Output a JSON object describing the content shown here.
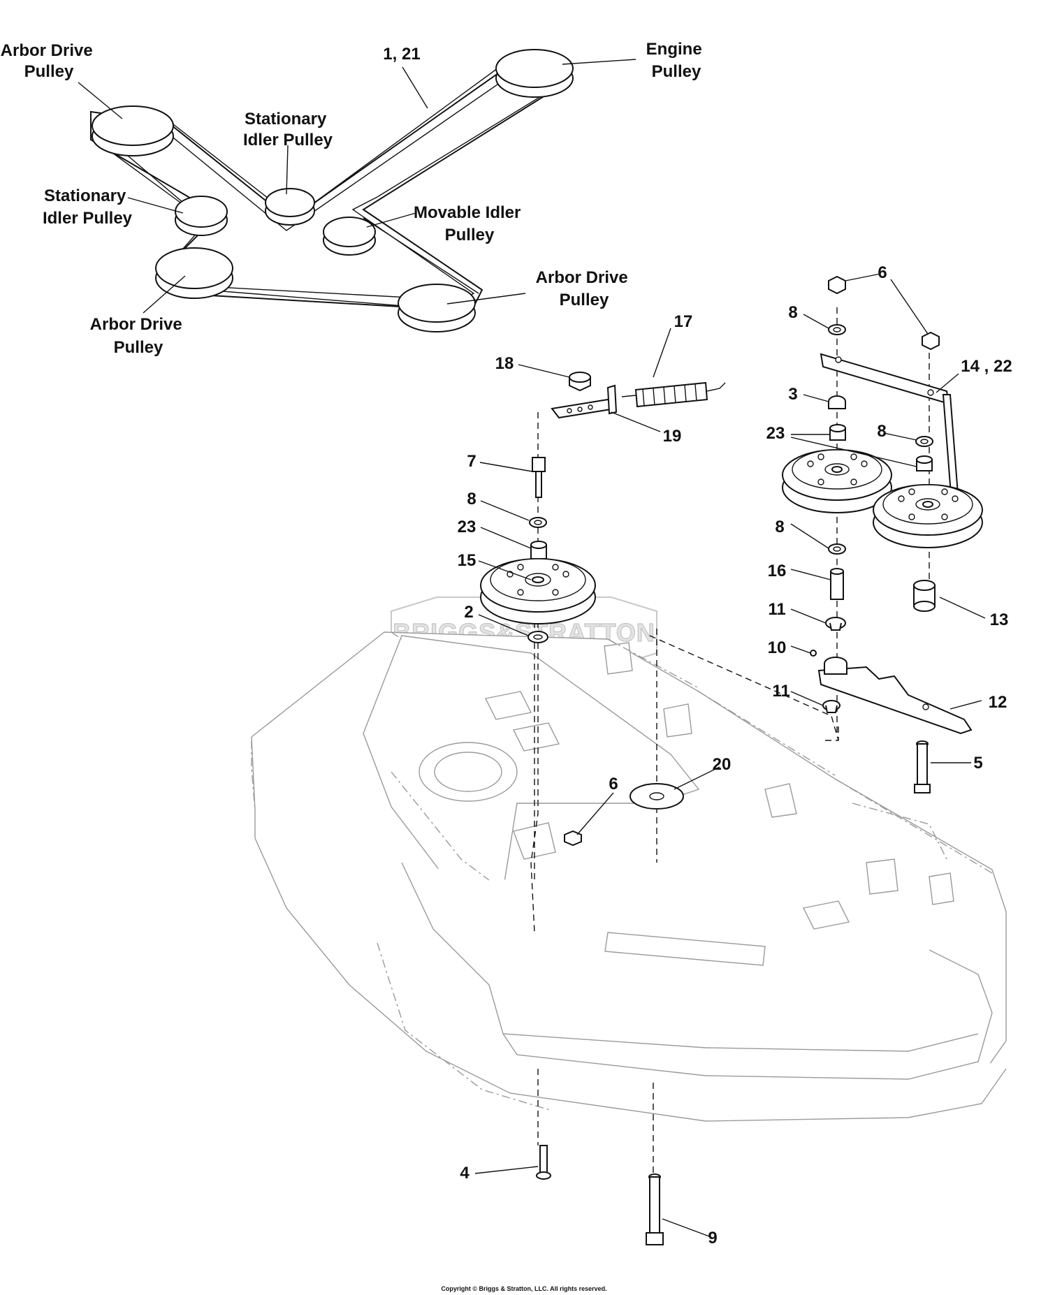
{
  "callouts": {
    "arbor_drive_pulley_top_left": [
      "Arbor Drive",
      "Pulley"
    ],
    "engine_pulley": [
      "Engine",
      "Pulley"
    ],
    "stationary_idler_pulley_top": [
      "Stationary",
      "Idler Pulley"
    ],
    "stationary_idler_pulley_left": [
      "Stationary",
      "Idler Pulley"
    ],
    "movable_idler_pulley": [
      "Movable Idler",
      "Pulley"
    ],
    "arbor_drive_pulley_right": [
      "Arbor Drive",
      "Pulley"
    ],
    "arbor_drive_pulley_bottom": [
      "Arbor Drive",
      "Pulley"
    ],
    "belt_ref": "1, 21"
  },
  "part_numbers": {
    "p17": "17",
    "p18": "18",
    "p19": "19",
    "p7": "7",
    "p8_left": "8",
    "p23_left": "23",
    "p15": "15",
    "p2": "2",
    "p6_top": "6",
    "p8_right_top": "8",
    "p3": "3",
    "p14_22": "14 , 22",
    "p23_right": "23",
    "p8_right_mid": "8",
    "p8_right_low": "8",
    "p16": "16",
    "p11_top": "11",
    "p10": "10",
    "p11_bottom": "11",
    "p13": "13",
    "p12": "12",
    "p5": "5",
    "p20": "20",
    "p6_deck": "6",
    "p4": "4",
    "p9": "9"
  },
  "watermark": "BRIGGS&STRATTON",
  "copyright": "Copyright © Briggs & Stratton, LLC. All rights reserved."
}
